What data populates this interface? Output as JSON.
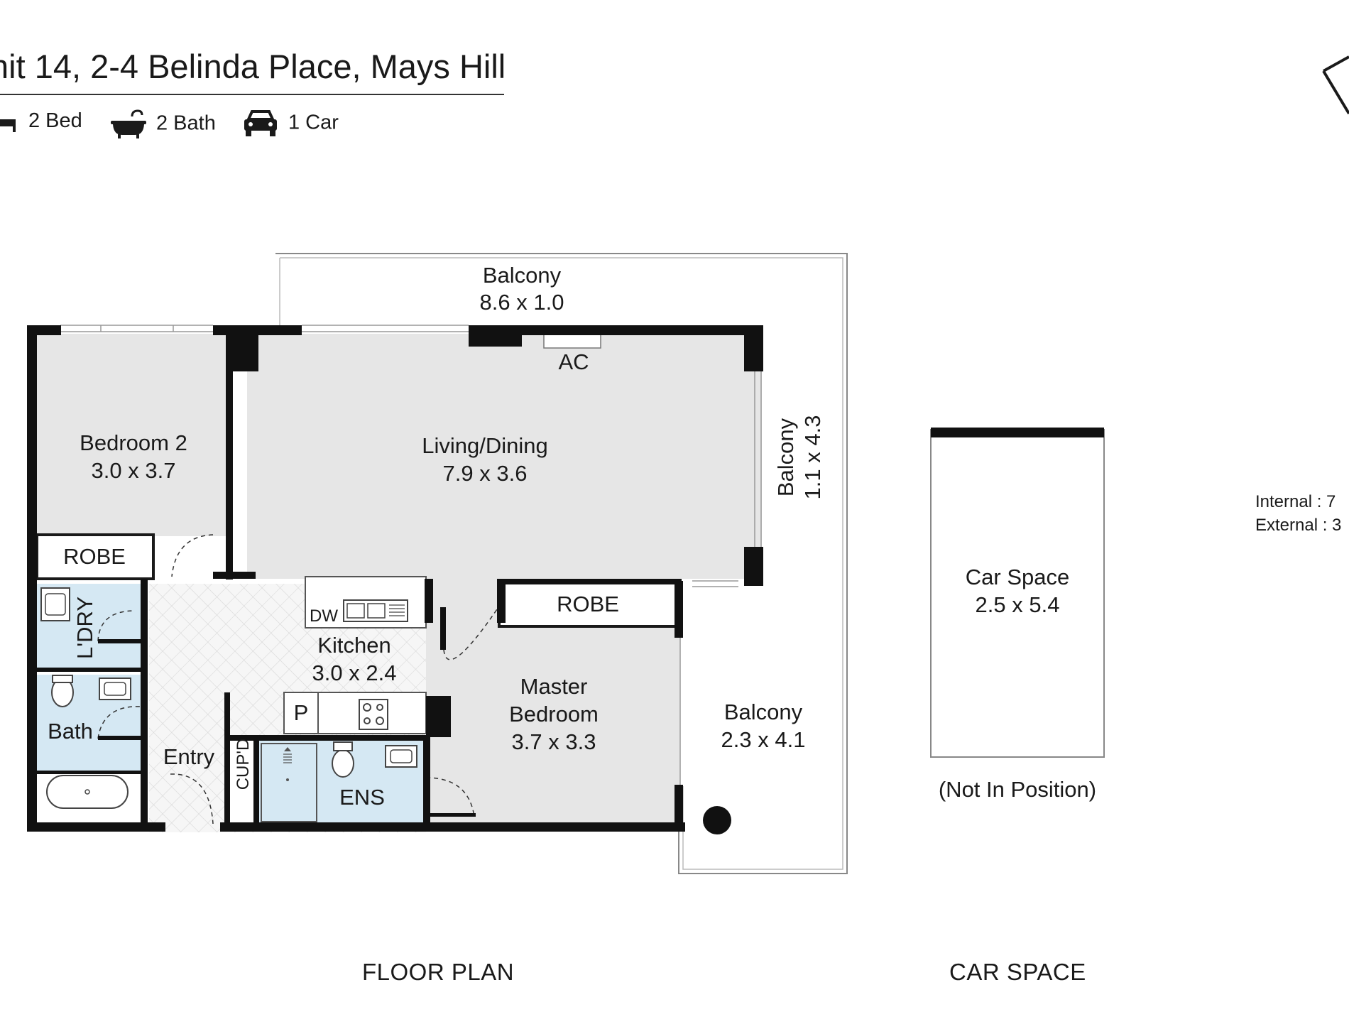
{
  "header": {
    "address": "nit 14, 2-4 Belinda Place, Mays Hill",
    "features": [
      {
        "icon": "bed-icon",
        "label": "2 Bed"
      },
      {
        "icon": "bathtub-icon",
        "label": "2 Bath"
      },
      {
        "icon": "car-icon",
        "label": "1 Car"
      }
    ]
  },
  "rooms": {
    "balcony_top": {
      "name": "Balcony",
      "size": "8.6 x 1.0"
    },
    "balcony_side": {
      "name": "Balcony",
      "size": "1.1 x 4.3"
    },
    "balcony_corner": {
      "name": "Balcony",
      "size": "2.3 x 4.1"
    },
    "bedroom2": {
      "name": "Bedroom 2",
      "size": "3.0 x 3.7"
    },
    "living": {
      "name": "Living/Dining",
      "size": "7.9 x 3.6"
    },
    "kitchen": {
      "name": "Kitchen",
      "size": "3.0 x 2.4"
    },
    "master": {
      "name_line1": "Master",
      "name_line2": "Bedroom",
      "size": "3.7 x 3.3"
    },
    "robe1": "ROBE",
    "robe2": "ROBE",
    "laundry": "L'DRY",
    "bath": "Bath",
    "entry": "Entry",
    "cupboard": "CUP'D",
    "ensuite": "ENS",
    "ac": "AC",
    "dishwasher": "DW",
    "pantry": "P"
  },
  "car_space": {
    "name": "Car Space",
    "size": "2.5 x 5.4",
    "note": "(Not In Position)"
  },
  "areas": {
    "internal": "Internal  : 7",
    "external": "External : 3"
  },
  "labels": {
    "floor_plan": "FLOOR PLAN",
    "car_space": "CAR SPACE"
  },
  "colors": {
    "wall": "#111111",
    "floor": "#e6e6e6",
    "wet_area": "#d5e8f3",
    "tile": "#f4f4f4"
  }
}
